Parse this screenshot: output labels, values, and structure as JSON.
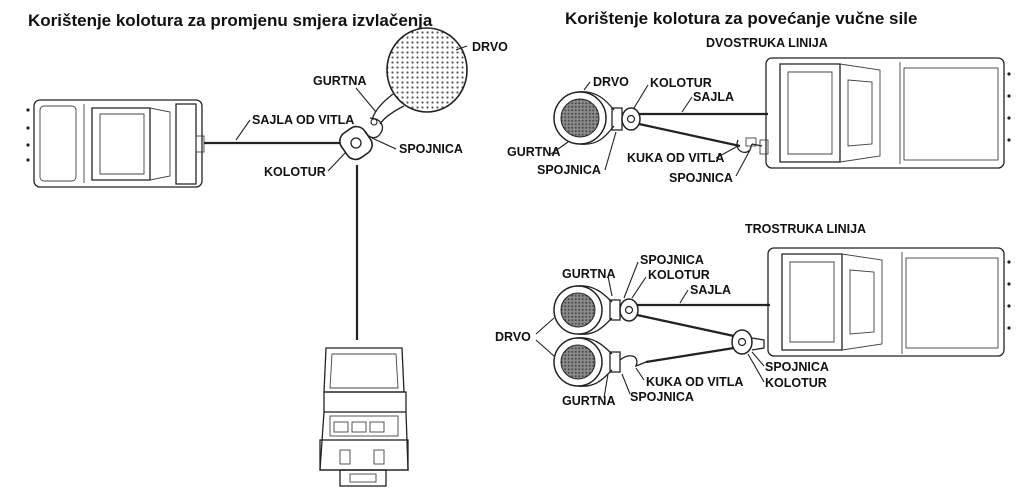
{
  "left_panel": {
    "title": "Korištenje kolotura za promjenu smjera izvlačenja",
    "labels": {
      "drvo": "DRVO",
      "gurtna": "GURTNA",
      "sajla_od_vitla": "SAJLA OD VITLA",
      "spojnica": "SPOJNICA",
      "kolotur": "KOLOTUR"
    }
  },
  "right_panel": {
    "title": "Korištenje kolotura za povećanje vučne sile",
    "double_line": {
      "heading": "DVOSTRUKA LINIJA",
      "labels": {
        "drvo": "DRVO",
        "kolotur": "KOLOTUR",
        "sajla": "SAJLA",
        "gurtna": "GURTNA",
        "spojnica_left": "SPOJNICA",
        "kuka_od_vitla": "KUKA OD VITLA",
        "spojnica_right": "SPOJNICA"
      }
    },
    "triple_line": {
      "heading": "TROSTRUKA LINIJA",
      "labels": {
        "spojnica_top": "SPOJNICA",
        "gurtna_top": "GURTNA",
        "kolotur_top": "KOLOTUR",
        "sajla": "SAJLA",
        "drvo": "DRVO",
        "kuka_od_vitla": "KUKA OD VITLA",
        "spojnica_right": "SPOJNICA",
        "kolotur_right": "KOLOTUR",
        "gurtna_bottom": "GURTNA",
        "spojnica_bottom": "SPOJNICA"
      }
    }
  }
}
